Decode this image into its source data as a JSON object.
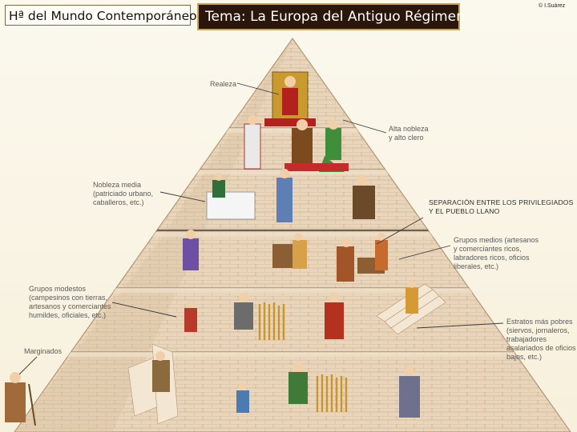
{
  "header": {
    "subject_title": "Hª del Mundo Contemporáneo",
    "topic_title": "Tema: La Europa del Antiguo Régimen",
    "credit": "© I.Suárez"
  },
  "pyramid": {
    "labels": {
      "realeza": "Realeza",
      "alta_nobleza": [
        "Alta nobleza",
        "y alto clero"
      ],
      "nobleza_media": [
        "Nobleza media",
        "(patriciado urbano,",
        "caballeros, etc.)"
      ],
      "separacion": [
        "SEPARACIÓN ENTRE LOS PRIVILEGIADOS",
        "Y EL PUEBLO LLANO"
      ],
      "grupos_medios": [
        "Grupos medios (artesanos",
        "y comerciantes ricos,",
        "labradores ricos, oficios",
        "liberales, etc.)"
      ],
      "grupos_modestos": [
        "Grupos modestos",
        "(campesinos con tierras,",
        "artesanos y comerciantes",
        "humildes, oficiales, etc.)"
      ],
      "estratos_pobres": [
        "Estratos más pobres",
        "(siervos, jornaleros,",
        "trabajadores",
        "asalariados de oficios",
        "bajos, etc.)"
      ],
      "marginados": "Marginados"
    },
    "colors": {
      "stone": "#e8d3b8",
      "stone_dark": "#c9ad8c",
      "brick_line": "#b89a78",
      "separator": "#7a6a5a"
    }
  }
}
